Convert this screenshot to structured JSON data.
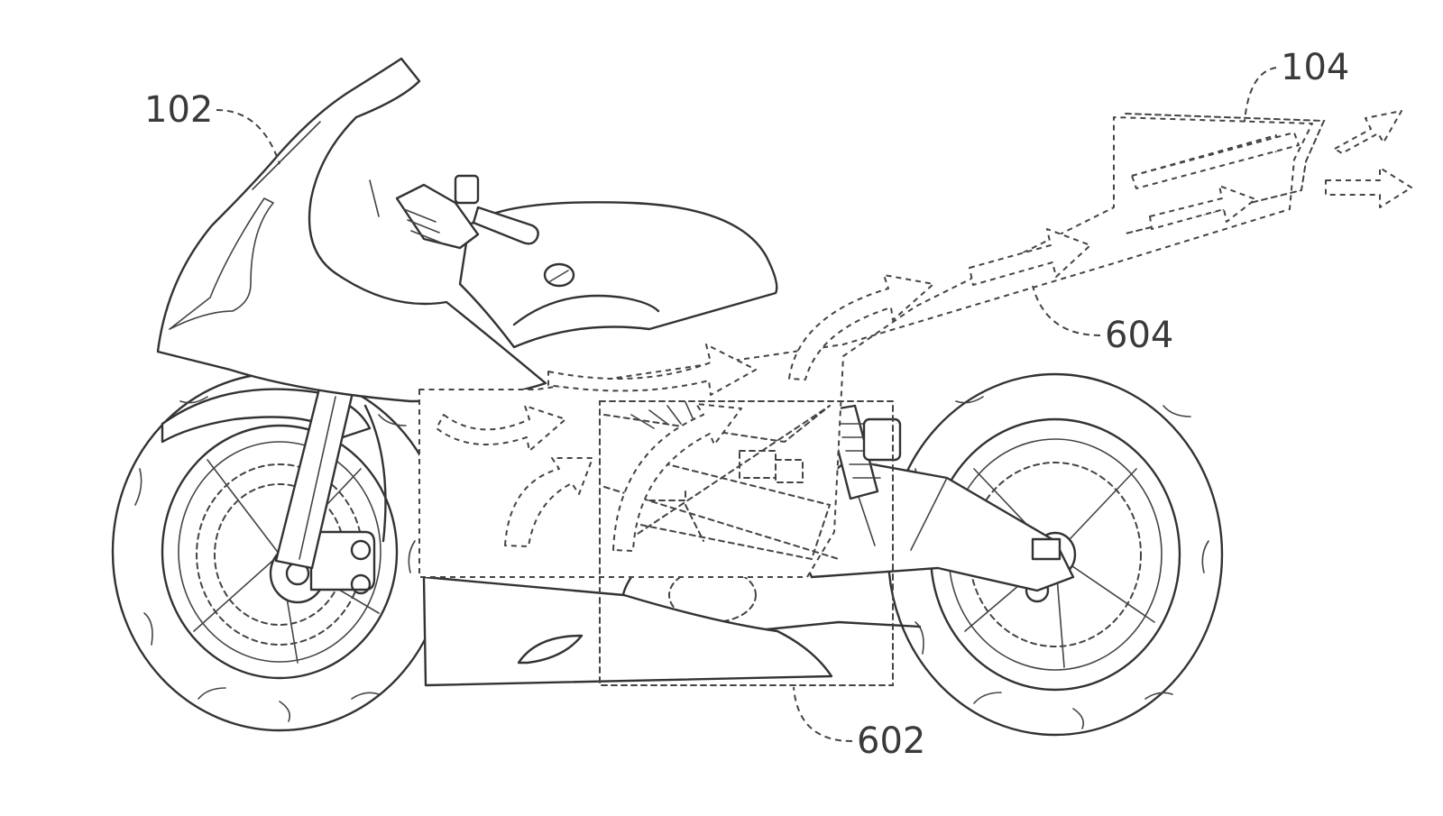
{
  "figure": {
    "labels": {
      "fairing": "102",
      "tail_outlet": "104",
      "inner_duct": "602",
      "upper_duct": "604"
    },
    "colors": {
      "line": "#333333",
      "background": "#ffffff"
    }
  }
}
